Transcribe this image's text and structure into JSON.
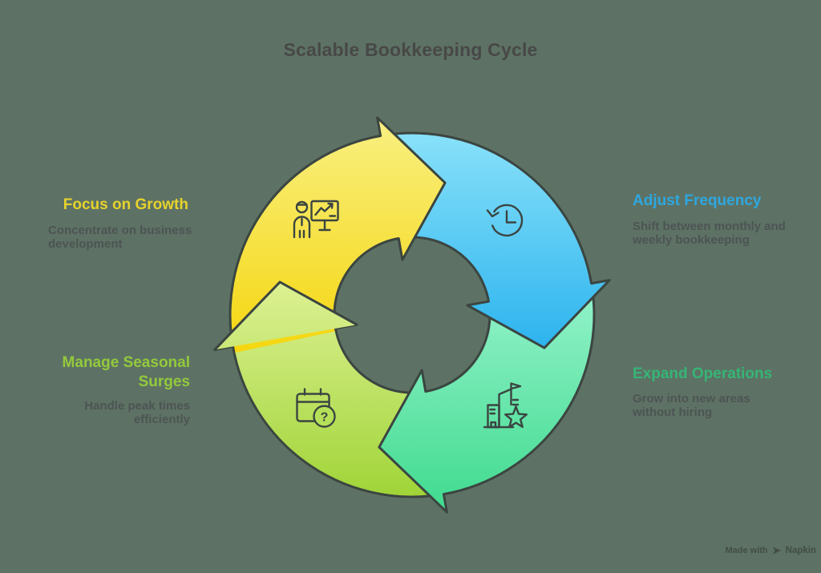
{
  "title": "Scalable Bookkeeping Cycle",
  "colors": {
    "background": "#5d7264",
    "outline": "#3b4541",
    "title_text": "#484848",
    "body_text": "#4d5454",
    "yellow_accent": "#e6d22d",
    "blue_accent": "#2ea7e0",
    "green_accent": "#35b577",
    "lightgreen_accent": "#93c93c",
    "yellow_gradient": [
      "#f9f188",
      "#f5d60e"
    ],
    "blue_gradient": [
      "#8ee4fa",
      "#2cb3ee"
    ],
    "green_gradient": [
      "#96f3cc",
      "#3bd98b"
    ],
    "lightgreen_gradient": [
      "#ddf194",
      "#9ed334"
    ]
  },
  "steps": [
    {
      "label": "Focus on Growth",
      "description": "Concentrate on business\ndevelopment",
      "accent": "#e6d22d",
      "icon": "presenter-chart-icon",
      "position": "left-top"
    },
    {
      "label": "Adjust Frequency",
      "description": "Shift between monthly and\nweekly bookkeeping",
      "accent": "#2ea7e0",
      "icon": "history-clock-icon",
      "position": "right-top"
    },
    {
      "label": "Expand Operations",
      "description": "Grow into new areas\nwithout hiring",
      "accent": "#35b577",
      "icon": "building-star-icon",
      "position": "right-bottom"
    },
    {
      "label": "Manage Seasonal\nSurges",
      "description": "Handle peak times\nefficiently",
      "accent": "#93c93c",
      "icon": "calendar-question-icon",
      "position": "left-bottom"
    }
  ],
  "watermark": {
    "prefix": "Made with",
    "brand": "Napkin"
  }
}
